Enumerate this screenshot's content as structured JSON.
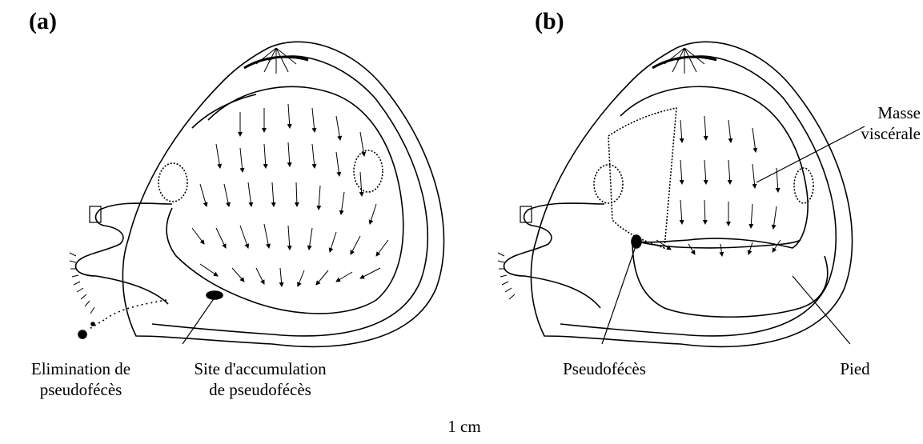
{
  "panels": {
    "a": {
      "label": "(a)",
      "annotations": {
        "elimination": [
          "Elimination de",
          "pseudofécès"
        ],
        "accumulation": [
          "Site d'accumulation",
          "de pseudofécès"
        ]
      }
    },
    "b": {
      "label": "(b)",
      "annotations": {
        "masse": [
          "Masse",
          "viscérale"
        ],
        "pseudofeces": "Pseudofécès",
        "pied": "Pied"
      }
    }
  },
  "scale_label": "1 cm"
}
